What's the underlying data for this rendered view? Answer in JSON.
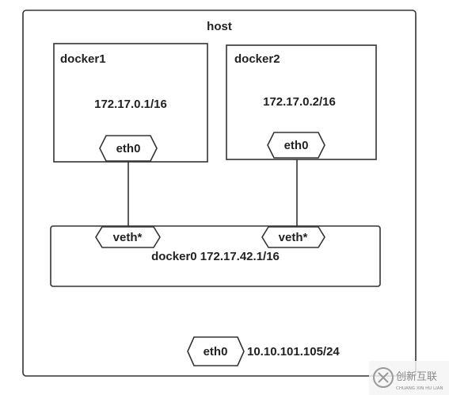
{
  "host": {
    "label": "host"
  },
  "docker1": {
    "label": "docker1",
    "ip": "172.17.0.1/16",
    "iface": "eth0"
  },
  "docker2": {
    "label": "docker2",
    "ip": "172.17.0.2/16",
    "iface": "eth0"
  },
  "bridge": {
    "veth_left": "veth*",
    "veth_right": "veth*",
    "label": "docker0 172.17.42.1/16"
  },
  "host_iface": {
    "label": "eth0",
    "ip": "10.10.101.105/24"
  },
  "watermark": {
    "text": "创新互联",
    "subtext": "CHUANG XIN HU LIAN"
  }
}
